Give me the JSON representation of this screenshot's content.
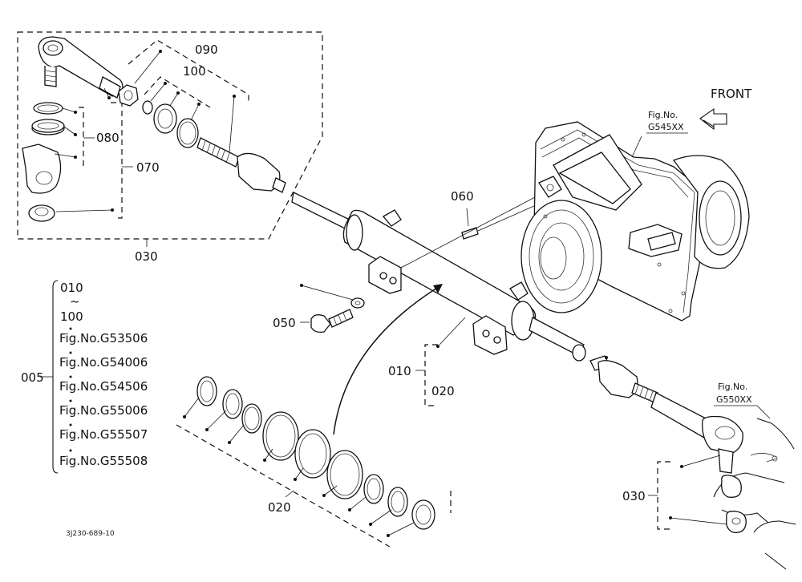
{
  "diagram": {
    "front_label": "FRONT",
    "figure_code": "3J230-689-10",
    "refs": {
      "housing": "Fig.No.\nG545XX",
      "knuckle": "Fig.No.\nG550XX"
    },
    "parts": {
      "p090": "090",
      "p100": "100",
      "p080": "080",
      "p070": "070",
      "p030_top": "030",
      "p060": "060",
      "p050": "050",
      "p010": "010",
      "p020_right": "020",
      "p020_bottom": "020",
      "p030_right": "030",
      "p005": "005"
    },
    "assembly_list": {
      "range_start": "010",
      "range_sep": "~",
      "range_end": "100",
      "figures": [
        "Fig.No.G53506",
        "Fig.No.G54006",
        "Fig.No.G54506",
        "Fig.No.G55006",
        "Fig.No.G55507",
        "Fig.No.G55508"
      ]
    }
  }
}
